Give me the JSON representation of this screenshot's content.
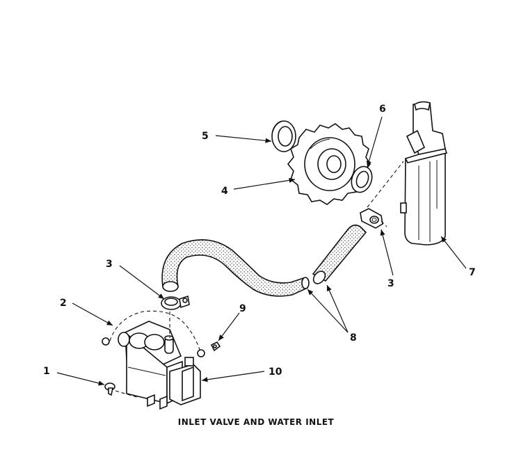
{
  "title": "INLET VALVE AND WATER INLET",
  "callouts": {
    "c1": "1",
    "c2": "2",
    "c3a": "3",
    "c3b": "3",
    "c4": "4",
    "c5": "5",
    "c6": "6",
    "c7": "7",
    "c8": "8",
    "c9": "9",
    "c10": "10"
  }
}
